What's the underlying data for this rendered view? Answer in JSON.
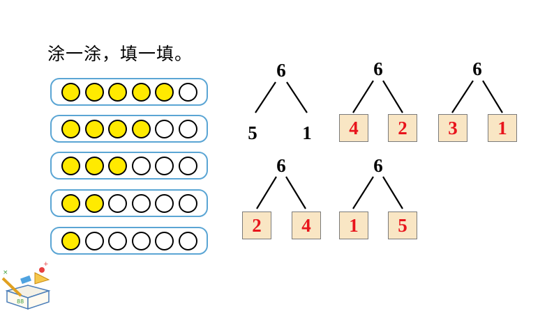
{
  "instruction": "涂一涂，填一填。",
  "colors": {
    "filled": "#ffea00",
    "empty": "#ffffff",
    "strip_border": "#5aa5d4",
    "answer_text": "#e8141c",
    "box_fill": "#f9e6c4"
  },
  "strips": [
    {
      "filled": 5,
      "total": 6
    },
    {
      "filled": 4,
      "total": 6
    },
    {
      "filled": 3,
      "total": 6
    },
    {
      "filled": 2,
      "total": 6
    },
    {
      "filled": 1,
      "total": 6
    }
  ],
  "trees": [
    {
      "root": "6",
      "left": "5",
      "right": "1",
      "boxed": false
    },
    {
      "root": "6",
      "left": "4",
      "right": "2",
      "boxed": true
    },
    {
      "root": "6",
      "left": "3",
      "right": "1",
      "boxed": true
    },
    {
      "root": "6",
      "left": "2",
      "right": "4",
      "boxed": true
    },
    {
      "root": "6",
      "left": "1",
      "right": "5",
      "boxed": true
    }
  ]
}
